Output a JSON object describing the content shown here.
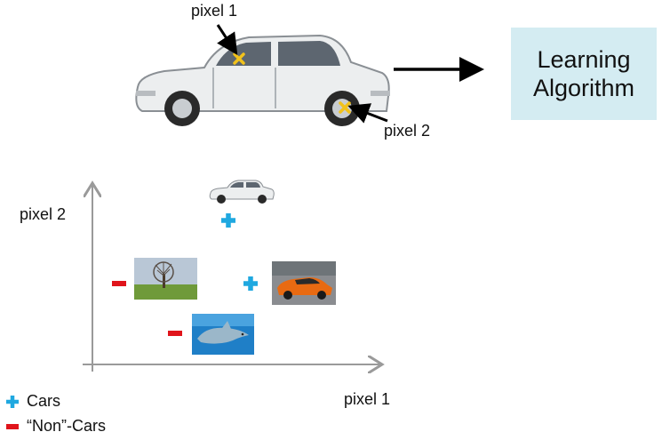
{
  "top": {
    "pixel1_label": "pixel 1",
    "pixel2_label": "pixel 2",
    "box_line1": "Learning",
    "box_line2": "Algorithm"
  },
  "plot": {
    "ylabel": "pixel 2",
    "xlabel": "pixel 1"
  },
  "legend": {
    "cars_label": "Cars",
    "noncars_label": "“Non”-Cars"
  },
  "colors": {
    "plus": "#1fa8e0",
    "minus": "#e0141b",
    "box": "#d4ecf2",
    "axis": "#9a9a9a",
    "marker": "#f2c21b"
  }
}
